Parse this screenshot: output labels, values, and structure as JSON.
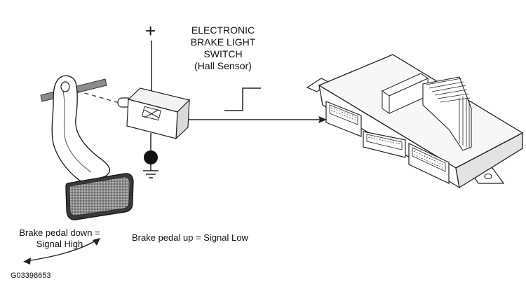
{
  "switch_title": {
    "line1": "ELECTRONIC",
    "line2": "BRAKE LIGHT",
    "line3": "SWITCH",
    "line4": "(Hall Sensor)"
  },
  "power_symbol": "+",
  "labels": {
    "pedal_down_line1": "Brake pedal down =",
    "pedal_down_line2": "Signal High",
    "pedal_up": "Brake pedal up = Signal Low",
    "figure_code": "G03398653"
  }
}
